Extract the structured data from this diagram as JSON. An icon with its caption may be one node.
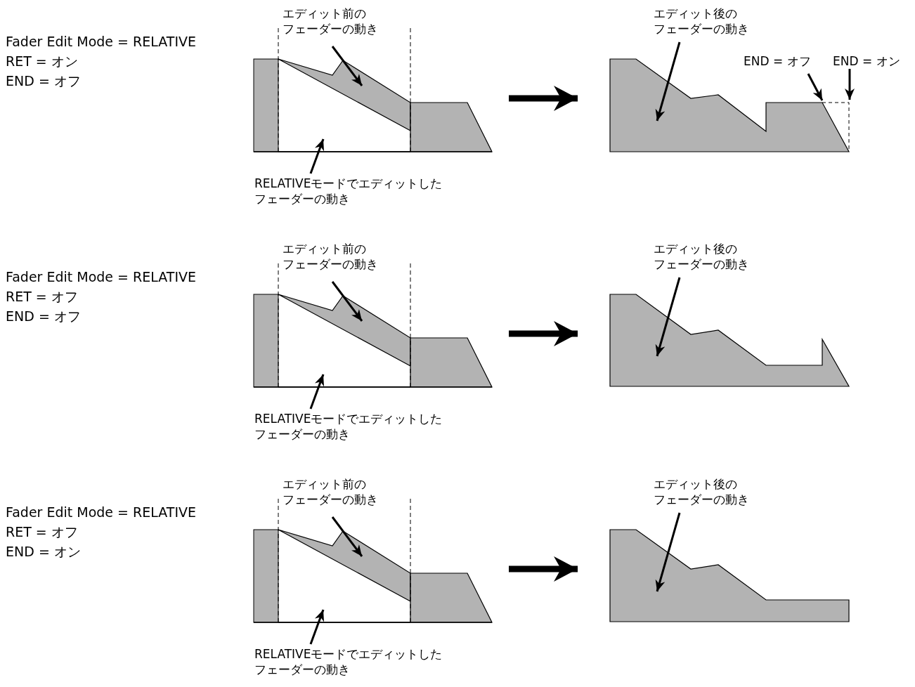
{
  "diagram": {
    "nodes": [
      {
        "text": [
          "エディット前のフェーダーの動き"
        ]
      },
      {
        "text": [
          "エディット後のフェーダーの動き"
        ]
      },
      {
        "text": [
          "END = オフ"
        ]
      },
      {
        "text": [
          "END = オン"
        ]
      },
      {
        "text": [],
        "shape": "picture"
      },
      {
        "text": [],
        "shape": "picture"
      },
      {
        "text": [
          "RELATIVEモードでエディットしたフェーダーの動き"
        ]
      },
      {
        "text": [
          "エディット前のフェーダーの動き"
        ]
      },
      {
        "text": [
          "エディット後のフェーダーの動き"
        ]
      },
      {
        "text": [],
        "shape": "picture"
      },
      {
        "text": [],
        "shape": "picture"
      },
      {
        "text": [
          "RELATIVEモードでエディットしたフェーダーの動き"
        ]
      },
      {
        "text": [
          "エディット前のフェーダーの動き"
        ]
      },
      {
        "text": [
          "エディット後のフェーダーの動き"
        ]
      },
      {
        "text": [],
        "shape": "picture"
      },
      {
        "text": [],
        "shape": "picture"
      },
      {
        "text": [
          "RELATIVEモードでエディットしたフェーダーの動き"
        ]
      }
    ],
    "edges": [
      {
        "from": 0,
        "to": 4,
        "arrow": "to"
      },
      {
        "from": 1,
        "to": 5,
        "arrow": "to"
      },
      {
        "from": 2,
        "to": 5,
        "arrow": "to"
      },
      {
        "from": 3,
        "to": 5,
        "arrow": "to"
      },
      {
        "from": 6,
        "to": 4,
        "arrow": "to"
      },
      {
        "from": 4,
        "to": 5,
        "arrow": "to",
        "style": "thick"
      },
      {
        "from": 7,
        "to": 9,
        "arrow": "to"
      },
      {
        "from": 8,
        "to": 10,
        "arrow": "to"
      },
      {
        "from": 11,
        "to": 9,
        "arrow": "to"
      },
      {
        "from": 9,
        "to": 10,
        "arrow": "to",
        "style": "thick"
      },
      {
        "from": 12,
        "to": 14,
        "arrow": "to"
      },
      {
        "from": 13,
        "to": 15,
        "arrow": "to"
      },
      {
        "from": 16,
        "to": 14,
        "arrow": "to"
      },
      {
        "from": 14,
        "to": 15,
        "arrow": "to",
        "style": "thick"
      }
    ],
    "labels": [
      "Fader Edit Mode = RELATIVE",
      "RET = オン",
      "END = オフ",
      "Fader Edit Mode = RELATIVE",
      "RET = オフ",
      "END = オフ",
      "Fader Edit Mode = RELATIVE",
      "RET = オフ",
      "END = オン"
    ]
  }
}
